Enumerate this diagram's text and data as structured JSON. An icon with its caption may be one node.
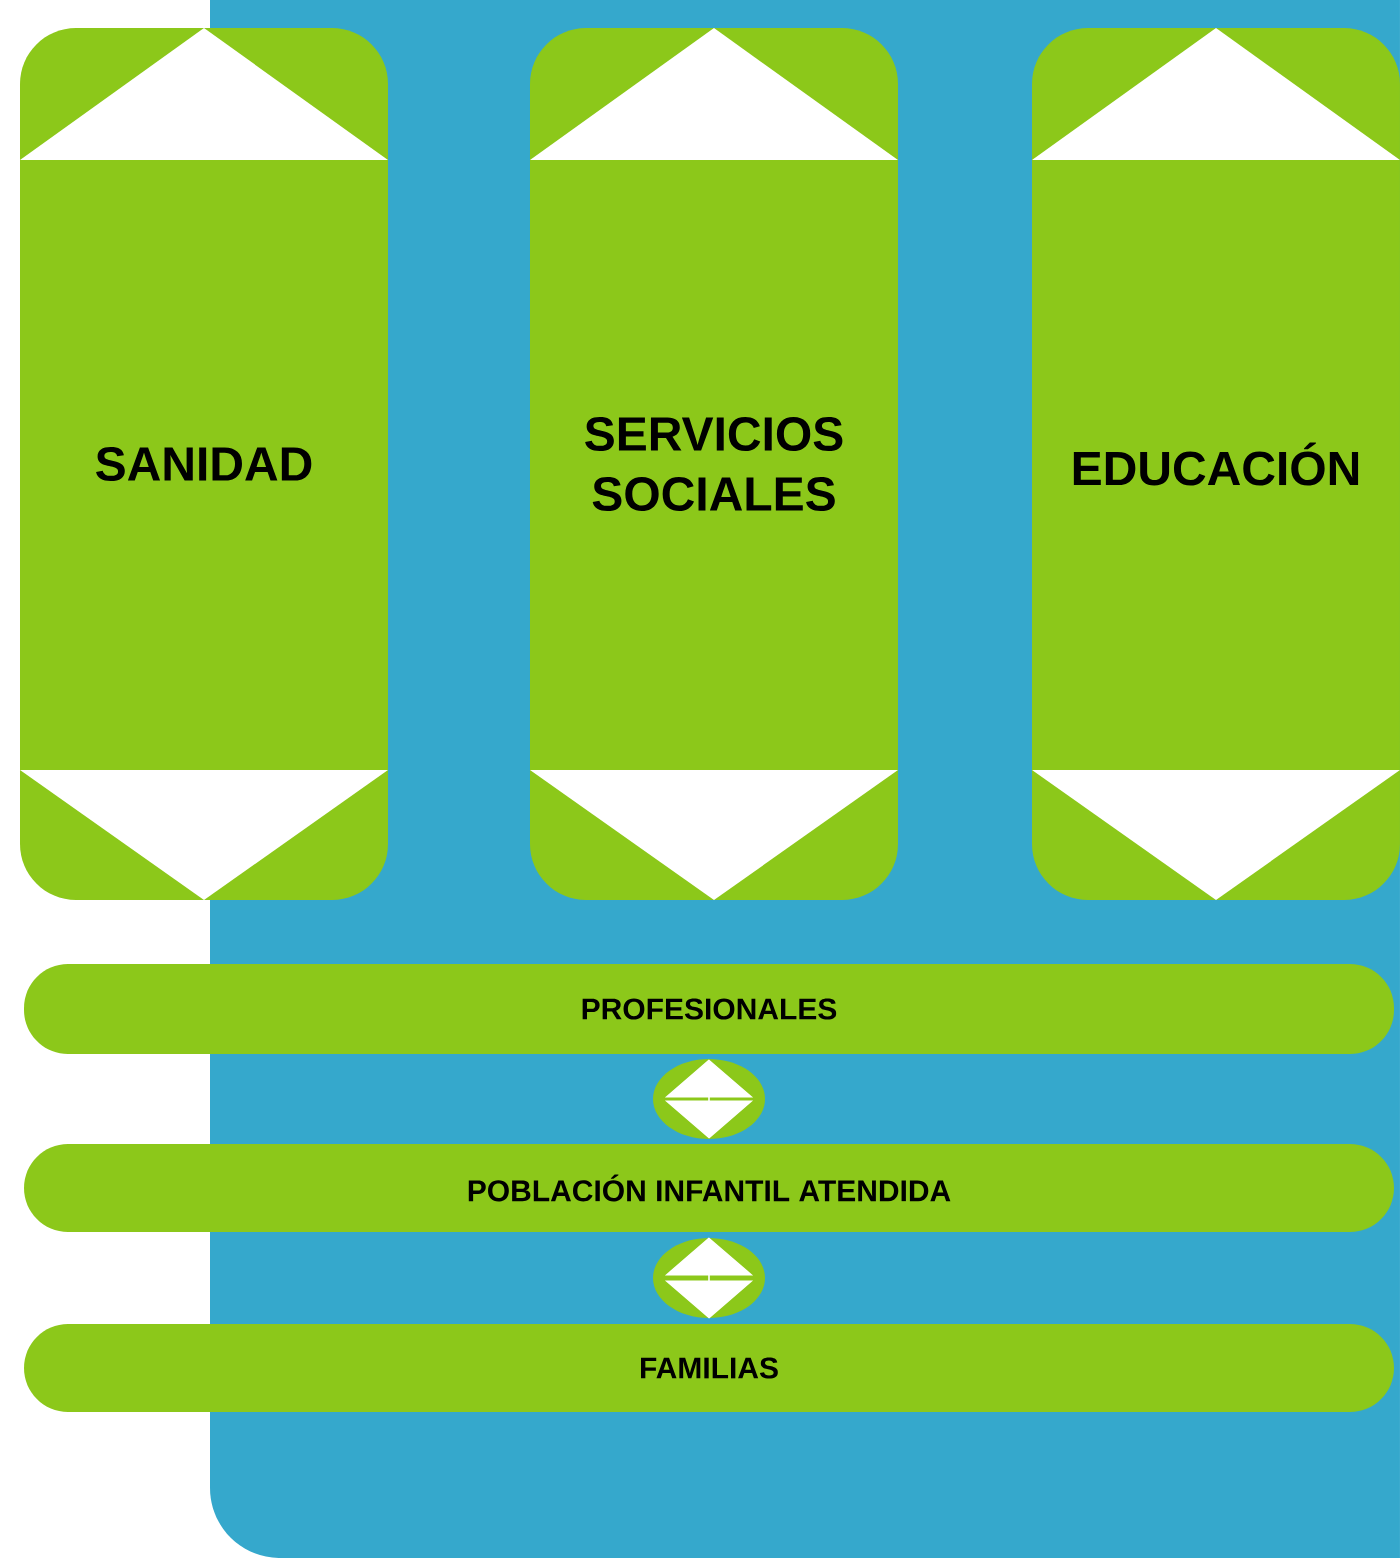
{
  "diagram": {
    "nodes": [
      {
        "text": [
          "SANIDAD"
        ]
      },
      {
        "text": [
          "SERVICIOS SOCIALES"
        ]
      },
      {
        "text": [
          "EDUCACIÓN"
        ]
      },
      {
        "text": [
          "PROFESIONALES"
        ]
      },
      {
        "text": [
          "POBLACIÓN INFANTIL ATENDIDA"
        ]
      },
      {
        "text": [
          "FAMILIAS"
        ]
      }
    ],
    "edges": [
      {
        "from": 3,
        "to": 4,
        "arrow": "both"
      },
      {
        "from": 4,
        "to": 5,
        "arrow": "both"
      }
    ]
  }
}
